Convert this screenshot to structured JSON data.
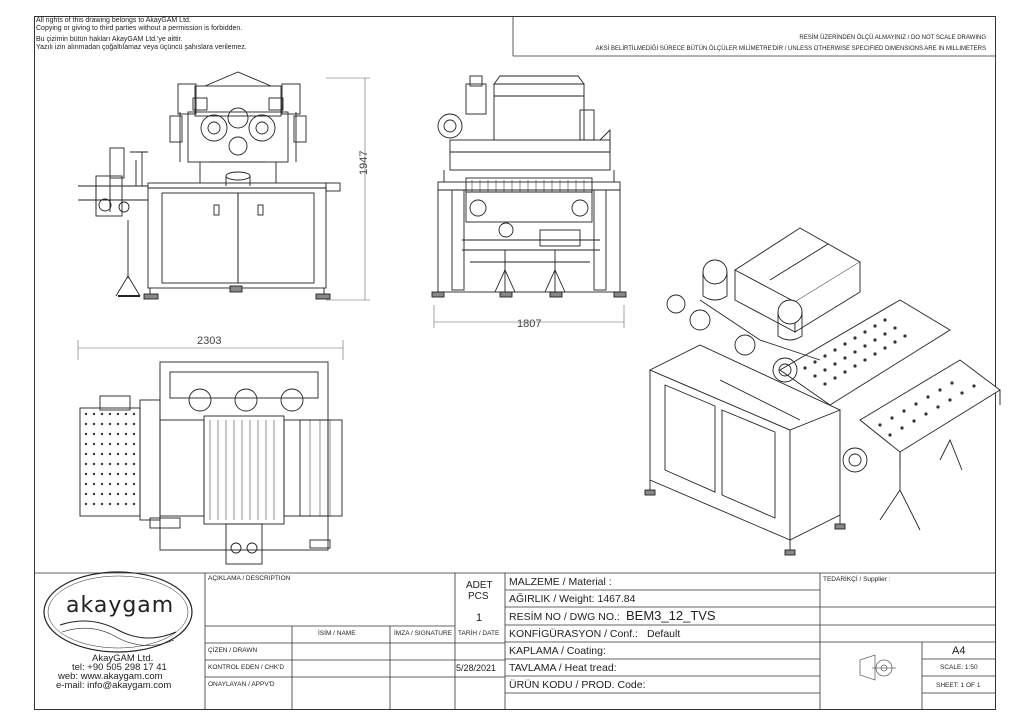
{
  "header": {
    "rights_en": "All rights of this drawing belongs to AkayGAM Ltd.",
    "copy_en": "Copying or giving to third parties without a permission is forbidden.",
    "rights_tr": "Bu çizimin bütün hakları AkayGAM Ltd.'ye aittir.",
    "copy_tr": "Yazılı izin alınmadan çoğaltılamaz veya üçüncü şahıslara verilemez.",
    "scale_note": "RESİM ÜZERİNDEN ÖLÇÜ ALMAYINIZ / DO NOT SCALE DRAWING",
    "units_note": "AKSİ BELİRTİLMEDİĞİ SÜRECE BÜTÜN ÖLÇÜLER MİLİMETRE'DİR / UNLESS OTHERWISE SPECIFIED DIMENSIONS ARE IN MILLIMETERS"
  },
  "dimensions": {
    "height": "1947",
    "width_side": "1807",
    "length_top": "2303"
  },
  "company": {
    "logo_text": "akaygam",
    "name": "AkayGAM Ltd.",
    "tel": "tel: +90 505 298 17 41",
    "web": "web: www.akaygam.com",
    "email": "e-mail: info@akaygam.com"
  },
  "title_block": {
    "description_label": "AÇIKLAMA / DESCRIPTION",
    "qty_label_1": "ADET",
    "qty_label_2": "PCS",
    "qty_value": "1",
    "material_label": "MALZEME / Material :",
    "weight_label": "AĞIRLIK / Weight: 1467.84",
    "dwg_label": "RESİM NO / DWG NO.:",
    "dwg_value": "BEM3_12_TVS",
    "config_label": "KONFİGÜRASYON / Conf.:",
    "config_value": "Default",
    "coating_label": "KAPLAMA / Coating:",
    "heat_label": "TAVLAMA / Heat tread:",
    "prod_label": "ÜRÜN KODU / PROD. Code:",
    "supplier_label": "TEDARİKÇİ / Supplier :",
    "name_col": "İSİM / NAME",
    "sign_col": "İMZA / SIGNATURE",
    "date_col": "TARİH / DATE",
    "drawn_label": "ÇİZEN / DRAWN",
    "checked_label": "KONTROL EDEN / CHK'D",
    "approved_label": "ONAYLAYAN / APPV'D",
    "checked_date": "5/28/2021",
    "paper_size": "A4",
    "scale": "SCALE: 1:50",
    "sheet": "SHEET: 1 OF 1"
  }
}
